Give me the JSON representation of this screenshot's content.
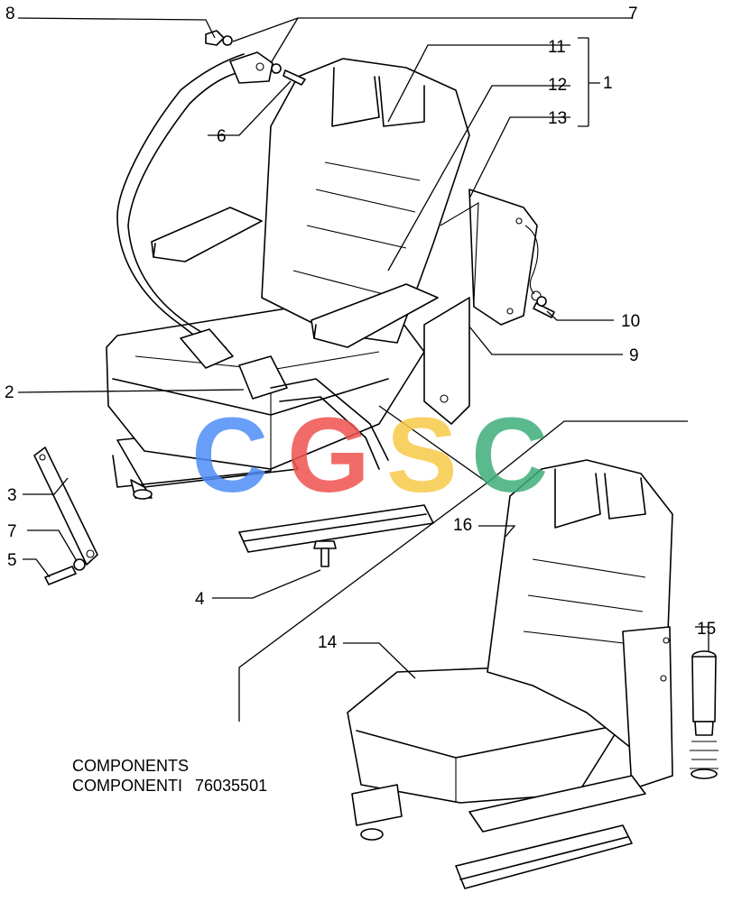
{
  "callouts": {
    "c1": "1",
    "c2": "2",
    "c3": "3",
    "c4": "4",
    "c5": "5",
    "c6": "6",
    "c7a": "7",
    "c7b": "7",
    "c8": "8",
    "c9": "9",
    "c10": "10",
    "c11": "11",
    "c12": "12",
    "c13": "13",
    "c14": "14",
    "c15": "15",
    "c16": "16"
  },
  "caption": {
    "line1": "COMPONENTS",
    "line2": "COMPONENTI",
    "part_number": "76035501"
  },
  "watermark": {
    "letters": [
      "C",
      "G",
      "S",
      "C"
    ],
    "colors": [
      "#4f8ef7",
      "#ef5350",
      "#f7c948",
      "#3fae7a"
    ]
  }
}
